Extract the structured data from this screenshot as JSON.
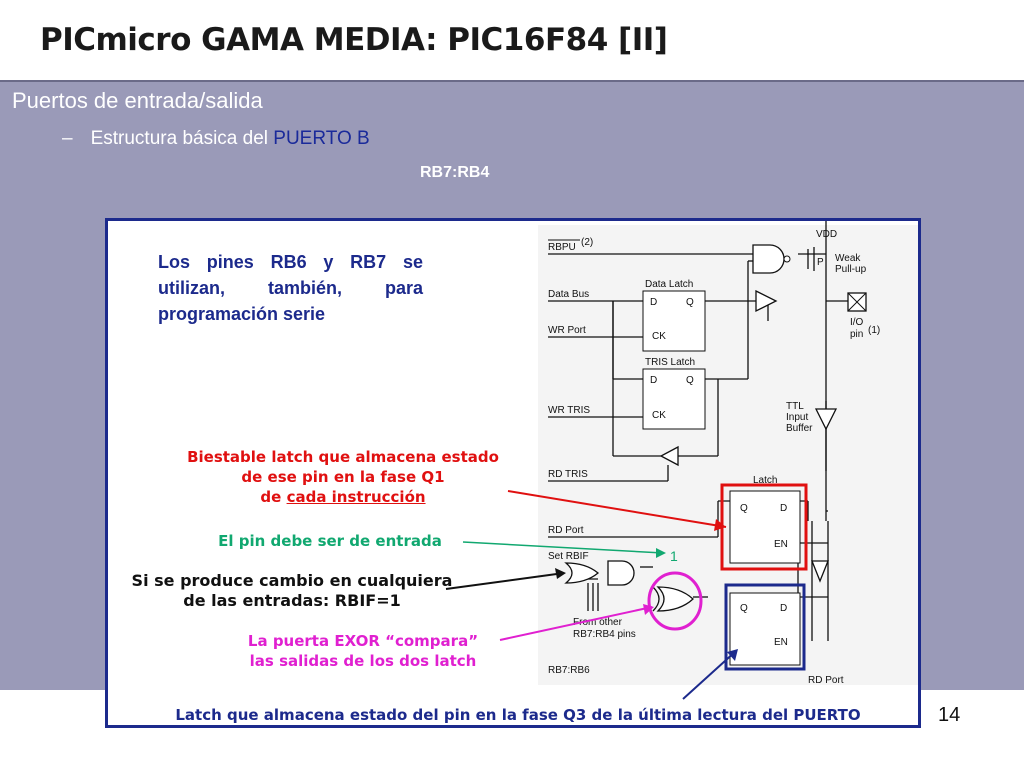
{
  "slide": {
    "title": "PICmicro GAMA MEDIA: PIC16F84 [II]",
    "bullet1": "Puertos de entrada/salida",
    "bullet2_dash": "–",
    "bullet2_text": "Estructura básica del ",
    "bullet2_highlight": "PUERTO B",
    "subtitle": "RB7:RB4",
    "page_number": "14"
  },
  "panel": {
    "note": "Los pines RB6 y RB7 se utilizan, también, para programación serie",
    "ann_latch_line1": "Biestable latch que almacena estado",
    "ann_latch_line2": "de ese pin en la fase Q1",
    "ann_latch_line3_pre": "de ",
    "ann_latch_line3_ul": "cada instrucción",
    "ann_entrada": "El pin debe ser de entrada",
    "ann_cambio_line1": "Si se produce cambio en cualquiera",
    "ann_cambio_line2": "de las entradas: RBIF=1",
    "ann_exor_line1": "La puerta EXOR “compara”",
    "ann_exor_line2": "las salidas de los dos latch",
    "ann_bottom": "Latch que almacena estado del pin en la fase Q3 de la última lectura del PUERTO"
  },
  "diagram": {
    "rbpu": "RBPU",
    "rbpu_sup": "(2)",
    "data_bus": "Data Bus",
    "wr_port": "WR Port",
    "wr_tris": "WR TRIS",
    "rd_tris": "RD TRIS",
    "rd_port": "RD Port",
    "set_rbif": "Set RBIF",
    "from_other_1": "From other",
    "from_other_2": "RB7:RB4 pins",
    "rb7_rb6": "RB7:RB6",
    "data_latch": "Data Latch",
    "tris_latch": "TRIS Latch",
    "latch": "Latch",
    "vdd": "VDD",
    "weak_1": "Weak",
    "weak_2": "Pull-up",
    "p": "P",
    "io_1": "I/O",
    "io_2": "pin",
    "io_sup": "(1)",
    "ttl_1": "TTL",
    "ttl_2": "Input",
    "ttl_3": "Buffer",
    "d": "D",
    "q": "Q",
    "ck": "CK",
    "en": "EN",
    "one": "1",
    "rd_port_bottom": "RD Port"
  }
}
